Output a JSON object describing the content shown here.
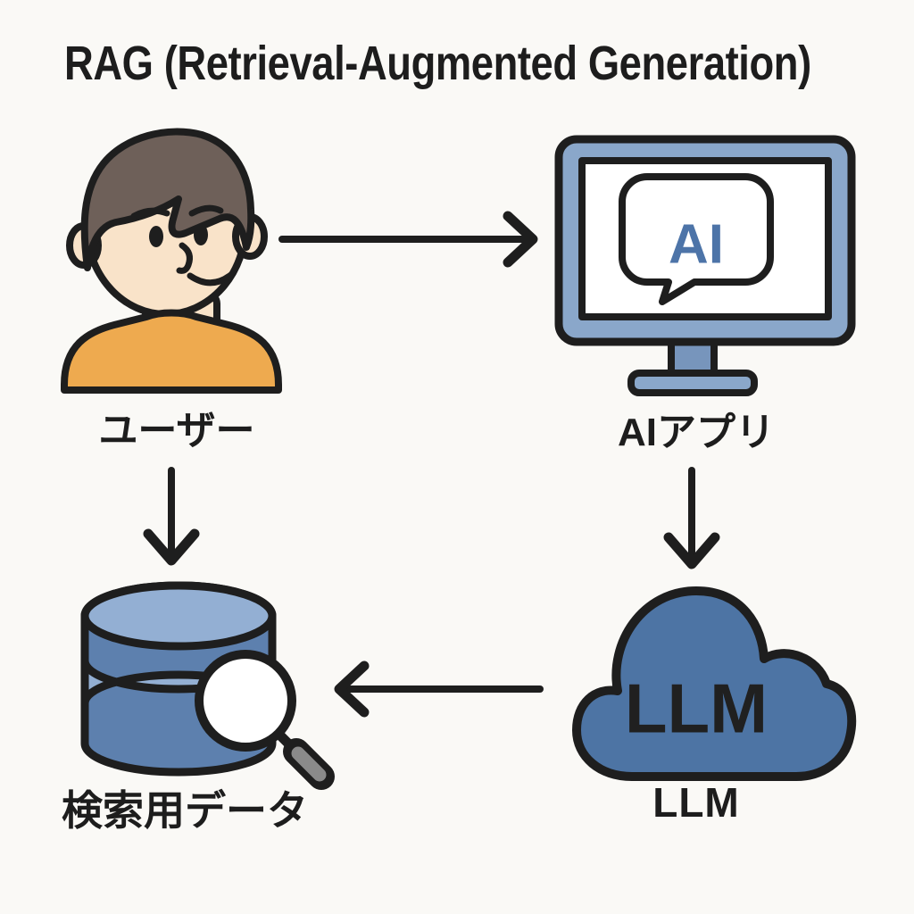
{
  "title": "RAG (Retrieval-Augmented Generation)",
  "nodes": {
    "user": {
      "label": "ユーザー"
    },
    "ai_app": {
      "label": "AIアプリ",
      "screen_text": "AI"
    },
    "llm": {
      "label": "LLM",
      "cloud_text": "LLM"
    },
    "search_data": {
      "label": "検索用データ"
    }
  },
  "edges": [
    {
      "from": "user",
      "to": "ai_app",
      "direction": "right"
    },
    {
      "from": "ai_app",
      "to": "llm",
      "direction": "down"
    },
    {
      "from": "llm",
      "to": "search_data",
      "direction": "left"
    },
    {
      "from": "user",
      "to": "search_data",
      "direction": "down"
    }
  ],
  "colors": {
    "background": "#faf9f6",
    "outline": "#1e1e1e",
    "label": "#1d1d1d",
    "monitor_frame": "#8aa7ca",
    "monitor_stand": "#7795bc",
    "screen": "#ffffff",
    "ai_text": "#4d74a8",
    "cloud": "#4d74a4",
    "cloud_text": "#202020",
    "db_light": "#93afd3",
    "db_medium": "#5d80ae",
    "glass_handle": "#8a8a8a",
    "skin": "#f9e3c9",
    "hair": "#6e6059",
    "shirt": "#eeaa4f"
  }
}
